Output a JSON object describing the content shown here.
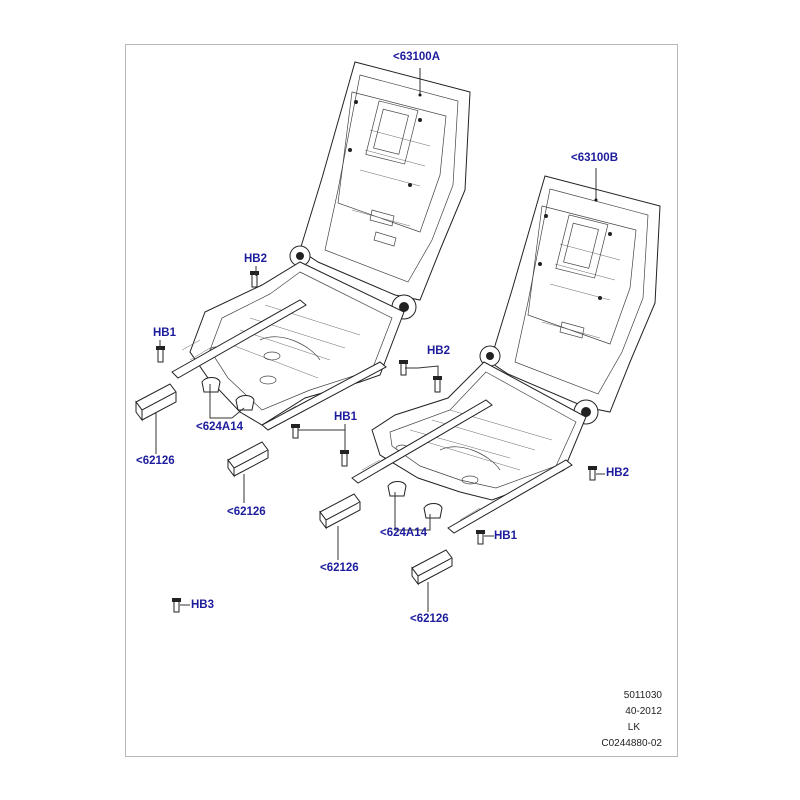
{
  "labels": {
    "seat_back_a": "<63100A",
    "seat_back_b": "<63100B",
    "bolt_hb2_left": "HB2",
    "bolt_hb1_left": "HB1",
    "bolt_hb2_center": "HB2",
    "cover_624a14_left": "<624A14",
    "bolt_hb1_center": "HB1",
    "trim_62126_1": "<62126",
    "trim_62126_2": "<62126",
    "trim_62126_3": "<62126",
    "cover_624a14_right": "<624A14",
    "bolt_hb2_right": "HB2",
    "bolt_hb1_right": "HB1",
    "bolt_hb3": "HB3",
    "trim_62126_4": "<62126"
  },
  "footer": {
    "line1": "5011030",
    "line2": "40-2012",
    "line3": "LK",
    "line4": "C0244880-02"
  },
  "colors": {
    "label": "#1c1c9c",
    "drawing": "#222222",
    "frame_border": "#b9b9b9"
  }
}
